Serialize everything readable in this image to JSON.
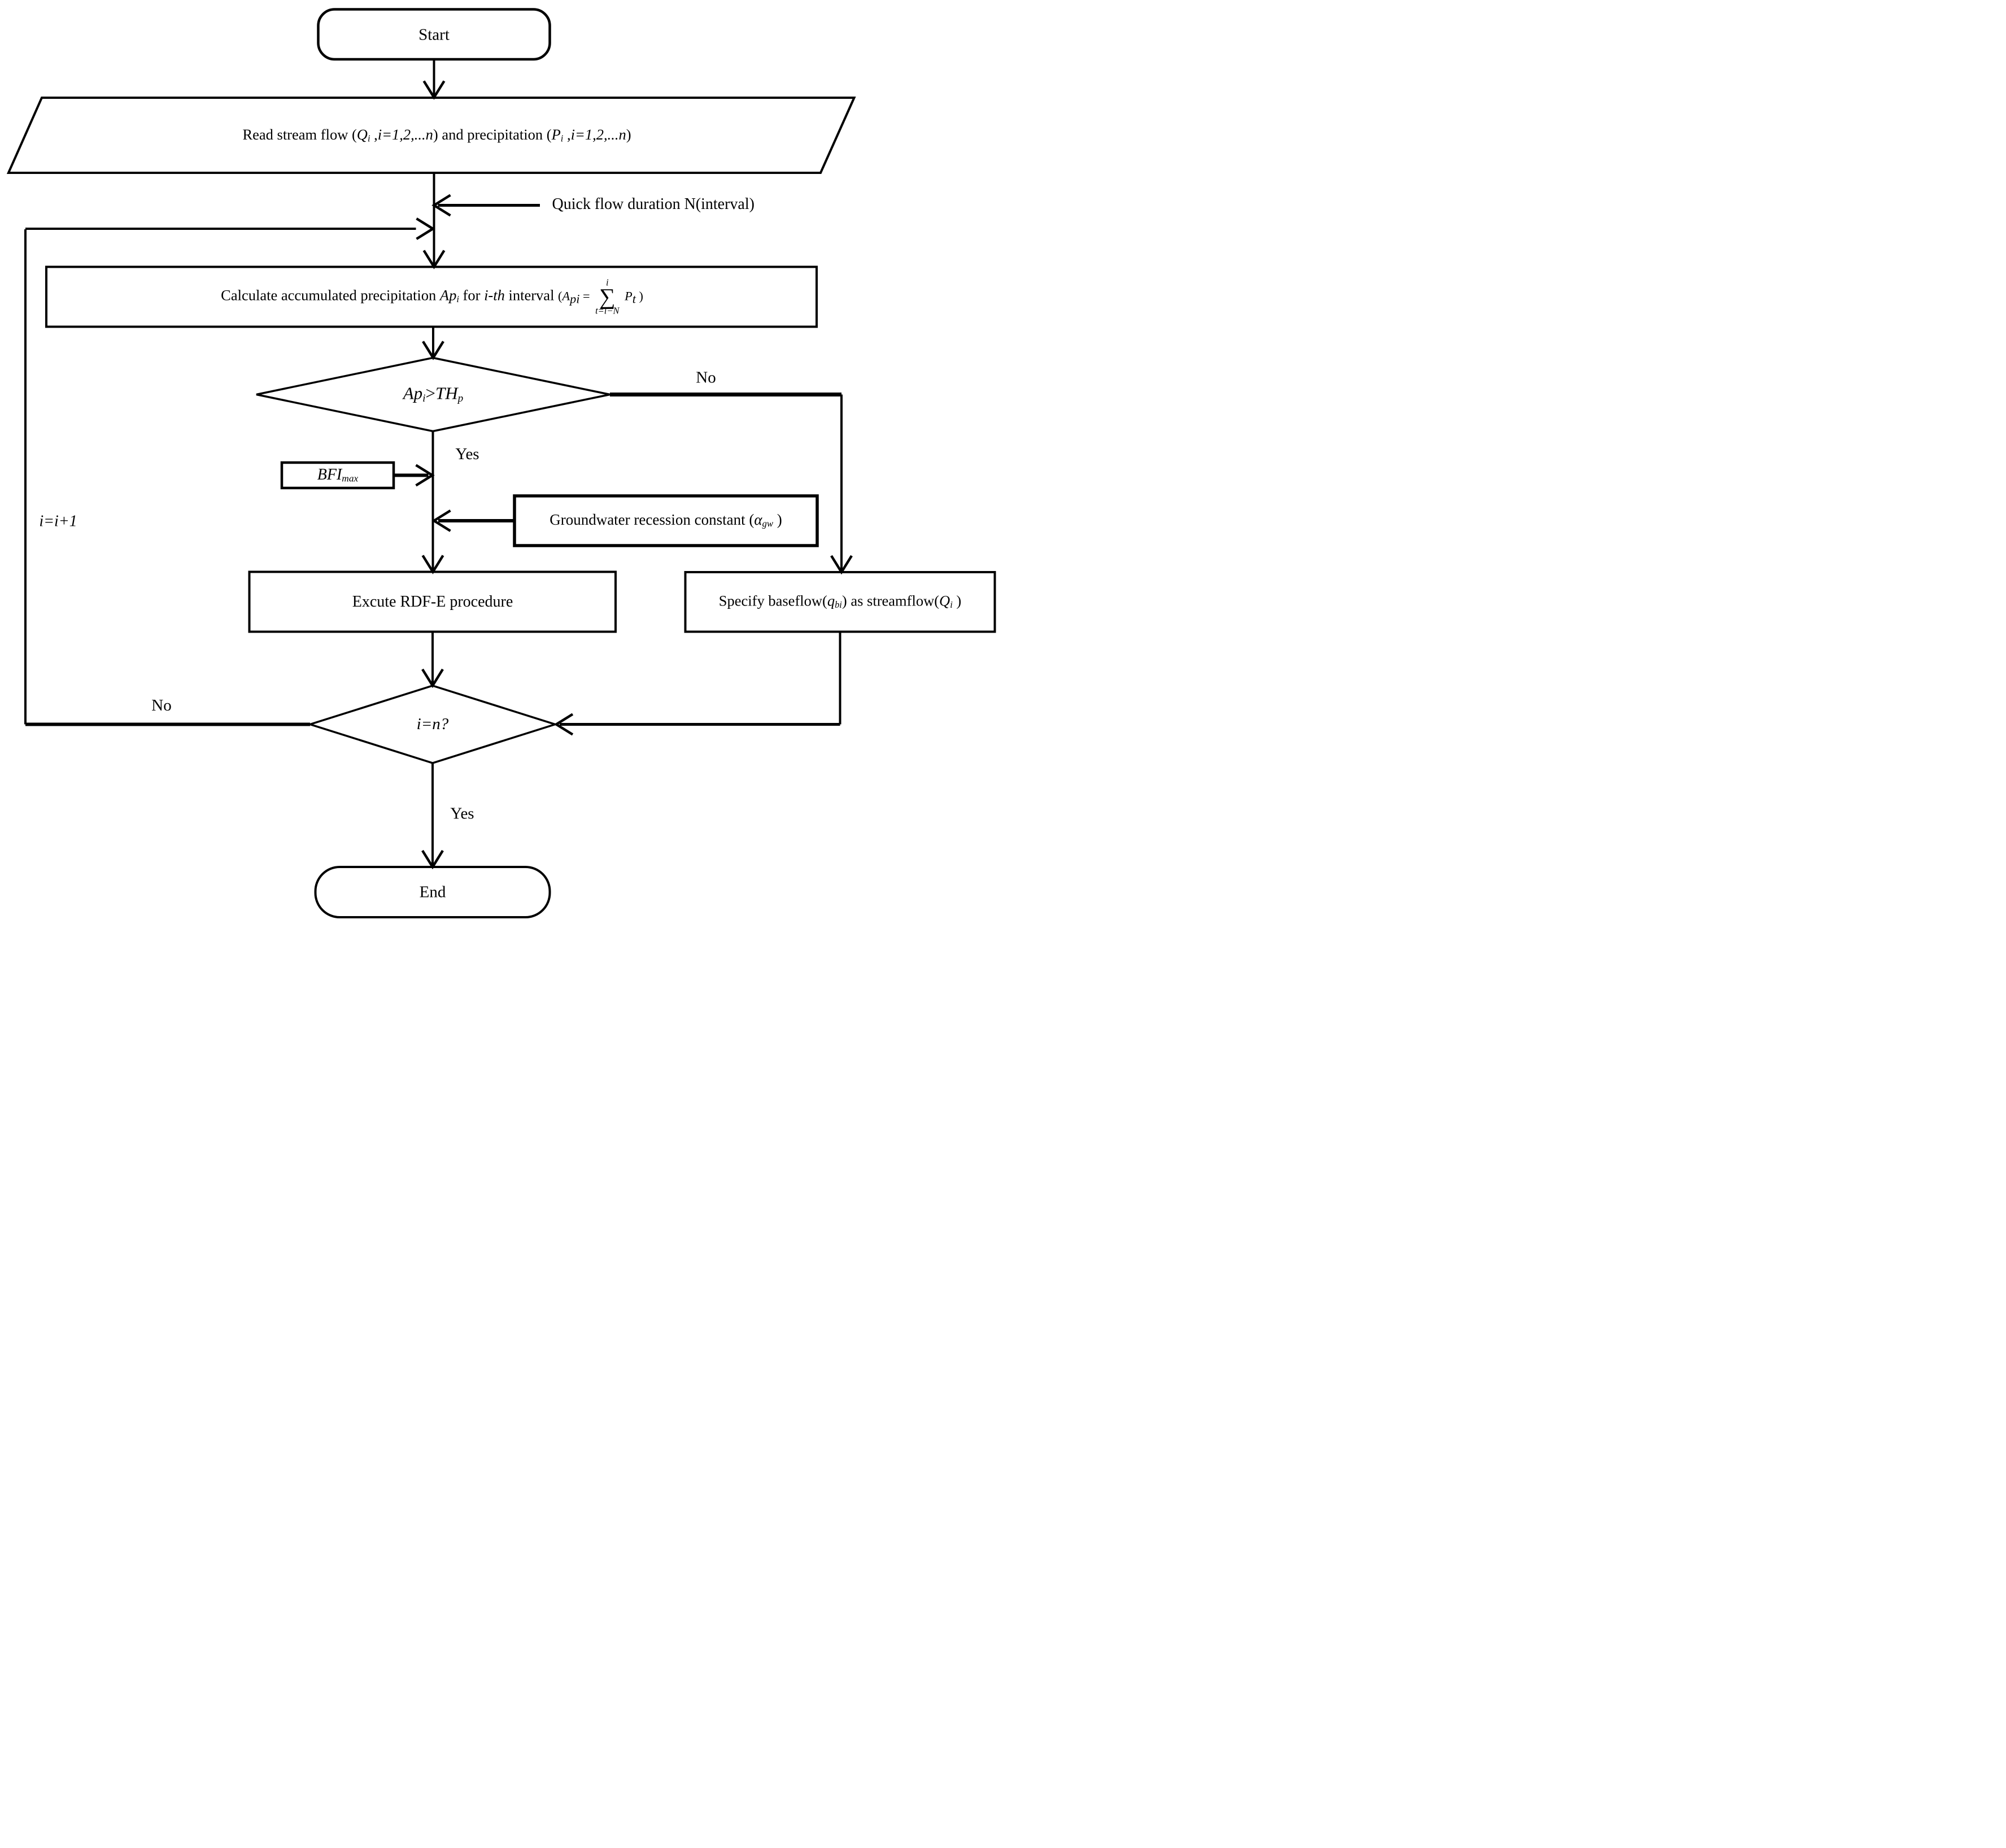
{
  "colors": {
    "ink": "#000000",
    "background": "#ffffff"
  },
  "nodes": {
    "start": {
      "label": "Start"
    },
    "read_input": {
      "segments": [
        {
          "t": "Read stream flow ("
        },
        {
          "t": "Q",
          "it": true
        },
        {
          "t": "i",
          "it": true,
          "sub": true
        },
        {
          "t": " ,"
        },
        {
          "t": "i=1,2,...n",
          "it": true
        },
        {
          "t": ") and precipitation ("
        },
        {
          "t": "P",
          "it": true
        },
        {
          "t": "i",
          "it": true,
          "sub": true
        },
        {
          "t": " ,"
        },
        {
          "t": "i=1,2,...n",
          "it": true
        },
        {
          "t": ")"
        }
      ]
    },
    "calc_precip": {
      "segments": [
        {
          "t": "Calculate accumulated precipitation "
        },
        {
          "t": "Ap",
          "it": true
        },
        {
          "t": "i",
          "it": true,
          "sub": true
        },
        {
          "t": " for "
        },
        {
          "t": "i-th",
          "it": true
        },
        {
          "t": " interval "
        },
        {
          "t": "(",
          "f": true
        },
        {
          "t": "A",
          "it": true,
          "f": true
        },
        {
          "t": "pi",
          "it": true,
          "sub": true,
          "f": true
        },
        {
          "t": " = ",
          "f": true
        },
        {
          "stack": {
            "top": "i",
            "mid": "∑",
            "bot": "t=i−N"
          }
        },
        {
          "t": " ",
          "f": true
        },
        {
          "t": "P",
          "it": true,
          "f": true
        },
        {
          "t": "t",
          "it": true,
          "sub": true,
          "f": true
        },
        {
          "t": " )",
          "f": true
        }
      ]
    },
    "decision_precip": {
      "segments": [
        {
          "t": "Ap",
          "it": true
        },
        {
          "t": "i",
          "it": true,
          "sub": true
        },
        {
          "t": ">"
        },
        {
          "t": "TH",
          "it": true
        },
        {
          "t": "p",
          "it": true,
          "sub": true
        }
      ]
    },
    "bfi_max": {
      "segments": [
        {
          "t": "BFI",
          "it": true
        },
        {
          "t": "max",
          "it": true,
          "sub": true
        }
      ]
    },
    "gw_constant": {
      "segments": [
        {
          "t": "Groundwater recession constant ("
        },
        {
          "t": "α",
          "it": true
        },
        {
          "t": "gw",
          "it": true,
          "sub": true
        },
        {
          "t": " )"
        }
      ]
    },
    "execute_rdfe": {
      "label": "Excute RDF-E procedure"
    },
    "specify_baseflow": {
      "segments": [
        {
          "t": "Specify baseflow("
        },
        {
          "t": "q",
          "it": true
        },
        {
          "t": "bi",
          "it": true,
          "sub": true
        },
        {
          "t": ") as streamflow("
        },
        {
          "t": "Q",
          "it": true
        },
        {
          "t": "i",
          "it": true,
          "sub": true
        },
        {
          "t": " )"
        }
      ]
    },
    "decision_last": {
      "segments": [
        {
          "t": "i=n?",
          "it": true
        }
      ]
    },
    "end": {
      "label": "End"
    }
  },
  "annotations": {
    "quick_flow": "Quick flow duration N(interval)"
  },
  "edge_labels": {
    "yes_precip": "Yes",
    "no_precip": "No",
    "yes_last": "Yes",
    "no_last": "No",
    "increment": {
      "segments": [
        {
          "t": "i=i+1",
          "it": true
        }
      ]
    }
  }
}
